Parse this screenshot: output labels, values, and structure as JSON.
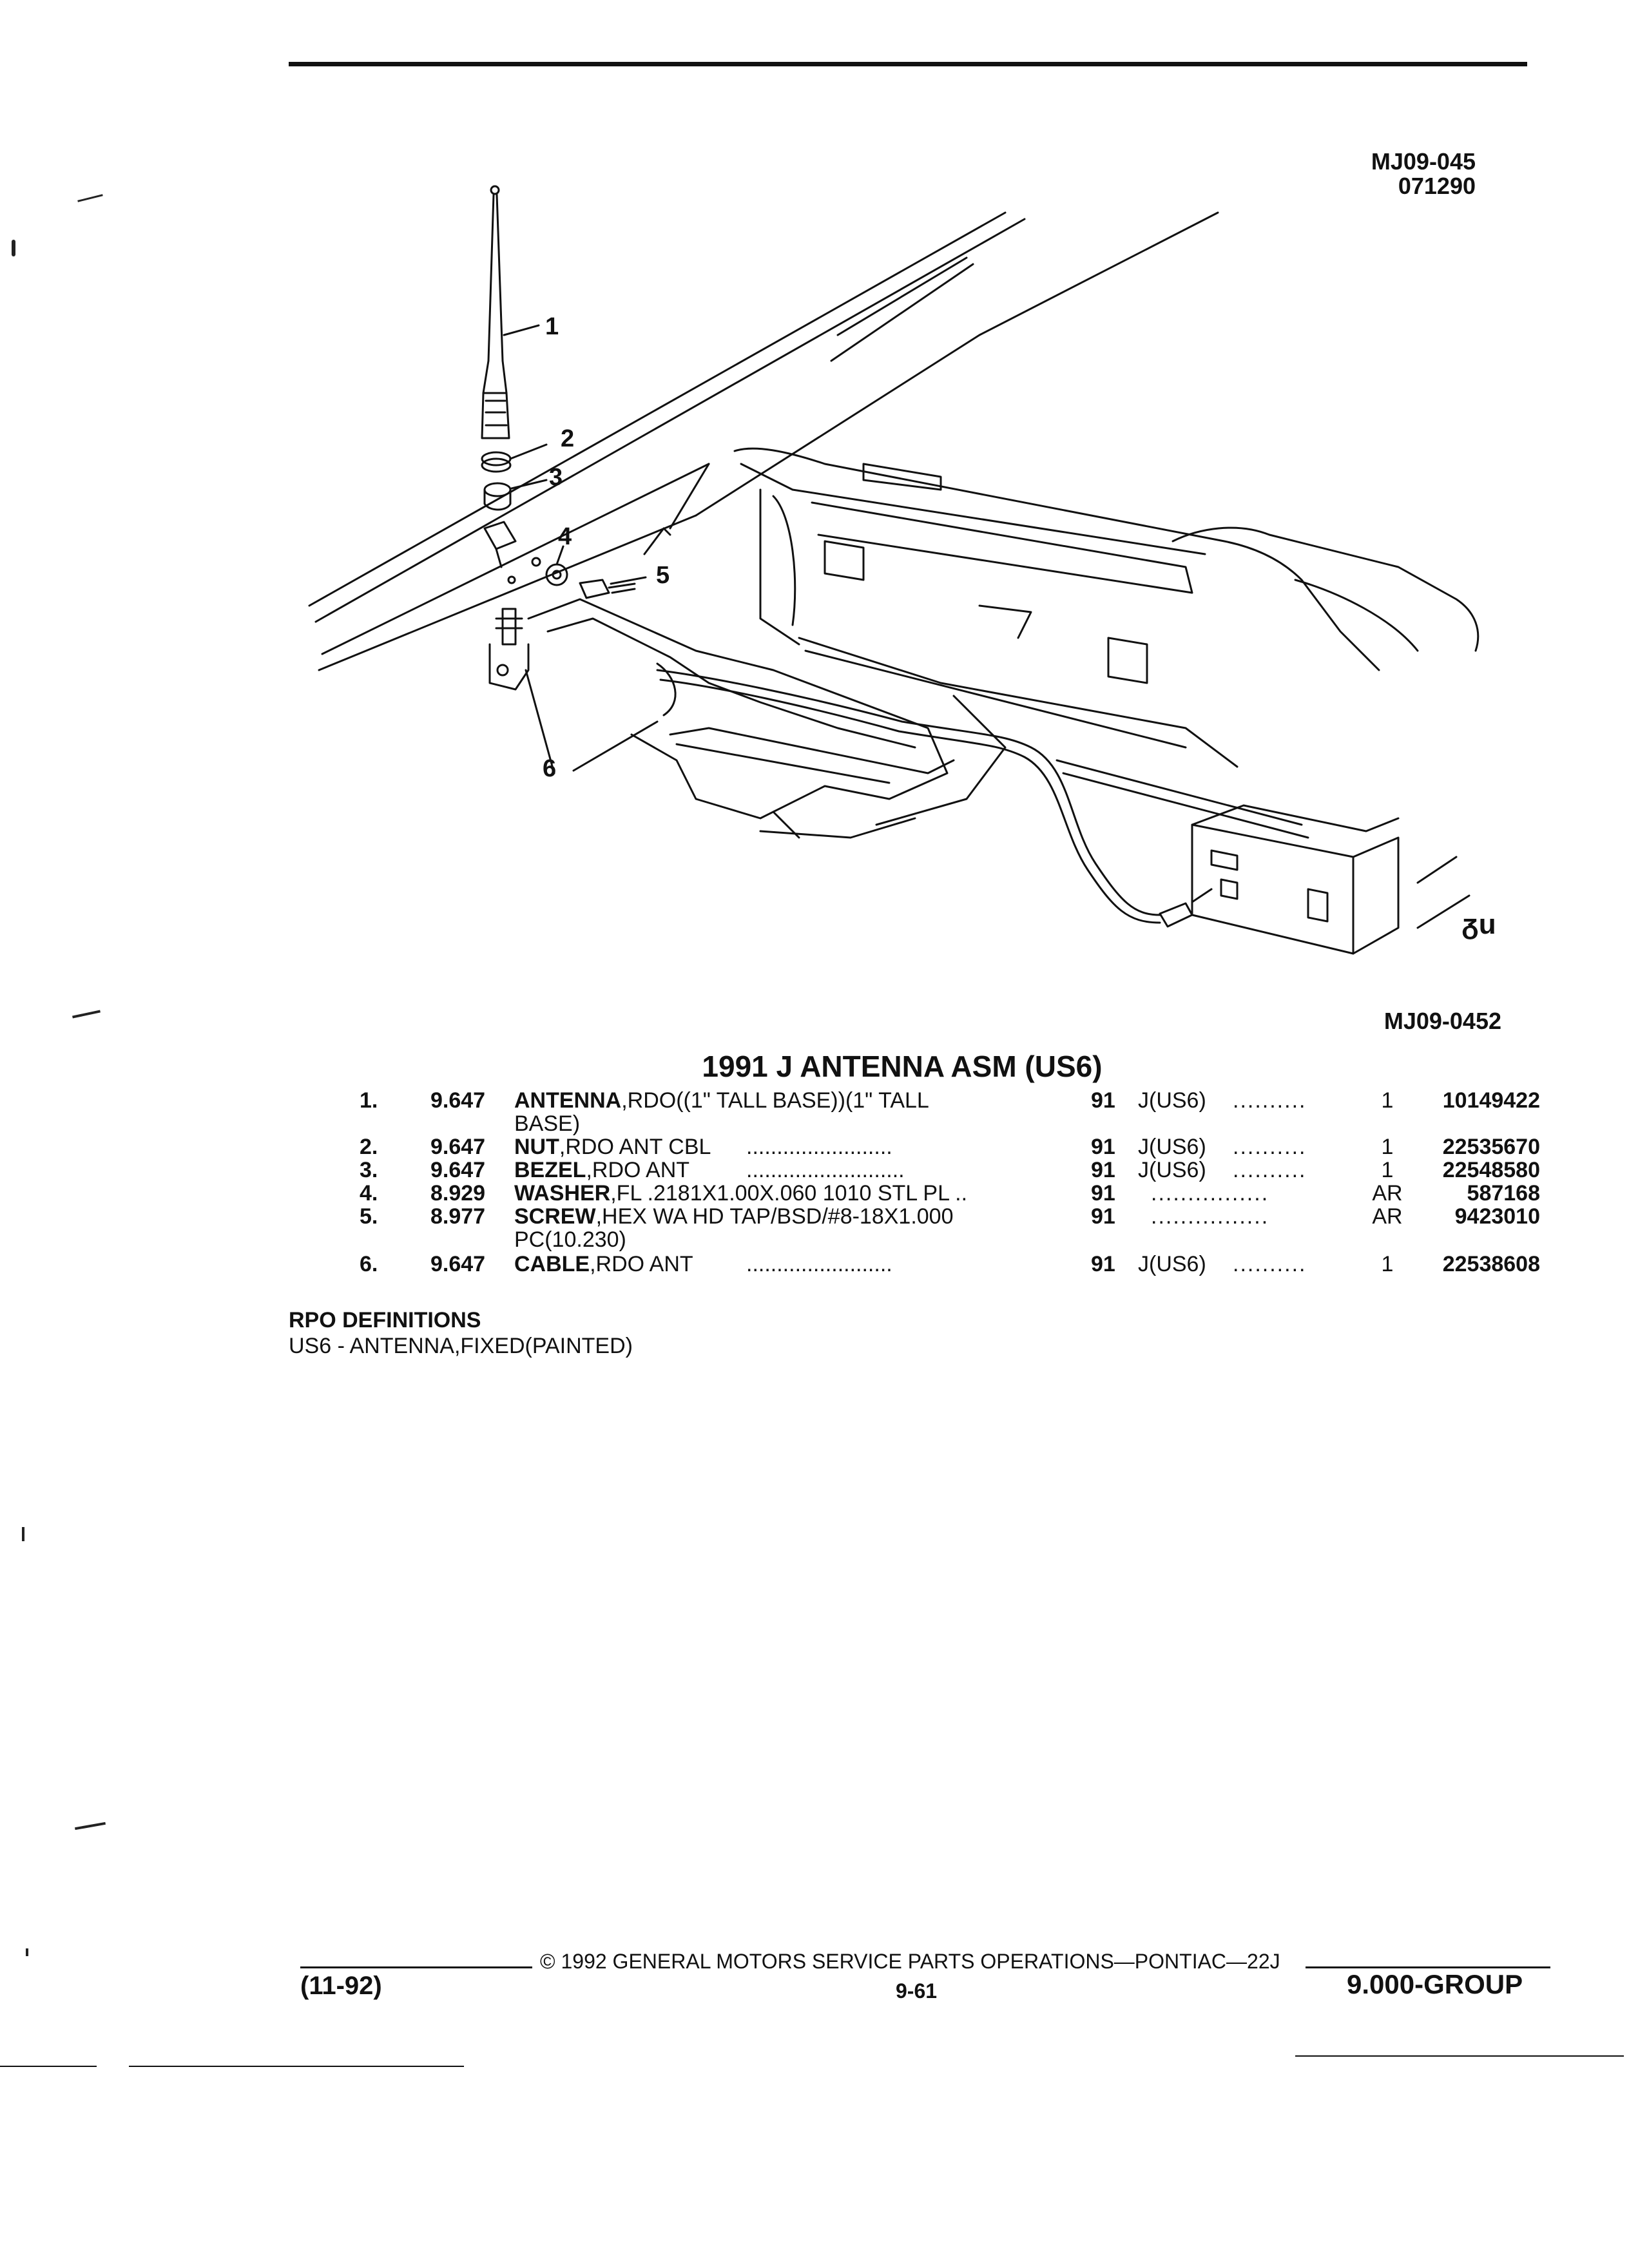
{
  "figure": {
    "ref_number": "MJ09-045",
    "ref_date": "071290",
    "code": "MJ09-0452",
    "callouts": [
      "1",
      "2",
      "3",
      "4",
      "5",
      "6"
    ],
    "logo_mark": "ᵹu"
  },
  "section": {
    "title": "1991 J ANTENNA ASM (US6)"
  },
  "parts": [
    {
      "num": "1.",
      "group": "9.647",
      "name": "ANTENNA",
      "desc": ",RDO((1\" TALL BASE))(1\" TALL",
      "desc2": "BASE)",
      "leader": "",
      "year": "91",
      "app": "J(US6)",
      "dots": "..........",
      "qty": "1",
      "part_no": "10149422"
    },
    {
      "num": "2.",
      "group": "9.647",
      "name": "NUT",
      "desc": ",RDO ANT CBL",
      "desc2": "",
      "leader": "........................",
      "year": "91",
      "app": "J(US6)",
      "dots": "..........",
      "qty": "1",
      "part_no": "22535670"
    },
    {
      "num": "3.",
      "group": "9.647",
      "name": "BEZEL",
      "desc": ",RDO ANT",
      "desc2": "",
      "leader": "..........................",
      "year": "91",
      "app": "J(US6)",
      "dots": "..........",
      "qty": "1",
      "part_no": "22548580"
    },
    {
      "num": "4.",
      "group": "8.929",
      "name": "WASHER",
      "desc": ",FL .2181X1.00X.060 1010 STL PL ..",
      "desc2": "",
      "leader": "",
      "year": "91",
      "app": "",
      "dots": "................",
      "qty": "AR",
      "part_no": "587168"
    },
    {
      "num": "5.",
      "group": "8.977",
      "name": "SCREW",
      "desc": ",HEX WA HD TAP/BSD/#8-18X1.000",
      "desc2": "PC(10.230)",
      "leader": "",
      "year": "91",
      "app": "",
      "dots": "................",
      "qty": "AR",
      "part_no": "9423010"
    },
    {
      "num": "6.",
      "group": "9.647",
      "name": "CABLE",
      "desc": ",RDO ANT",
      "desc2": "",
      "leader": "........................",
      "year": "91",
      "app": "J(US6)",
      "dots": "..........",
      "qty": "1",
      "part_no": "22538608"
    }
  ],
  "rpo": {
    "title": "RPO DEFINITIONS",
    "definition": "US6 - ANTENNA,FIXED(PAINTED)"
  },
  "footer": {
    "copyright": "©  1992  GENERAL MOTORS SERVICE PARTS OPERATIONS—PONTIAC—22J",
    "date": "(11-92)",
    "page": "9-61",
    "group": "9.000-GROUP"
  }
}
